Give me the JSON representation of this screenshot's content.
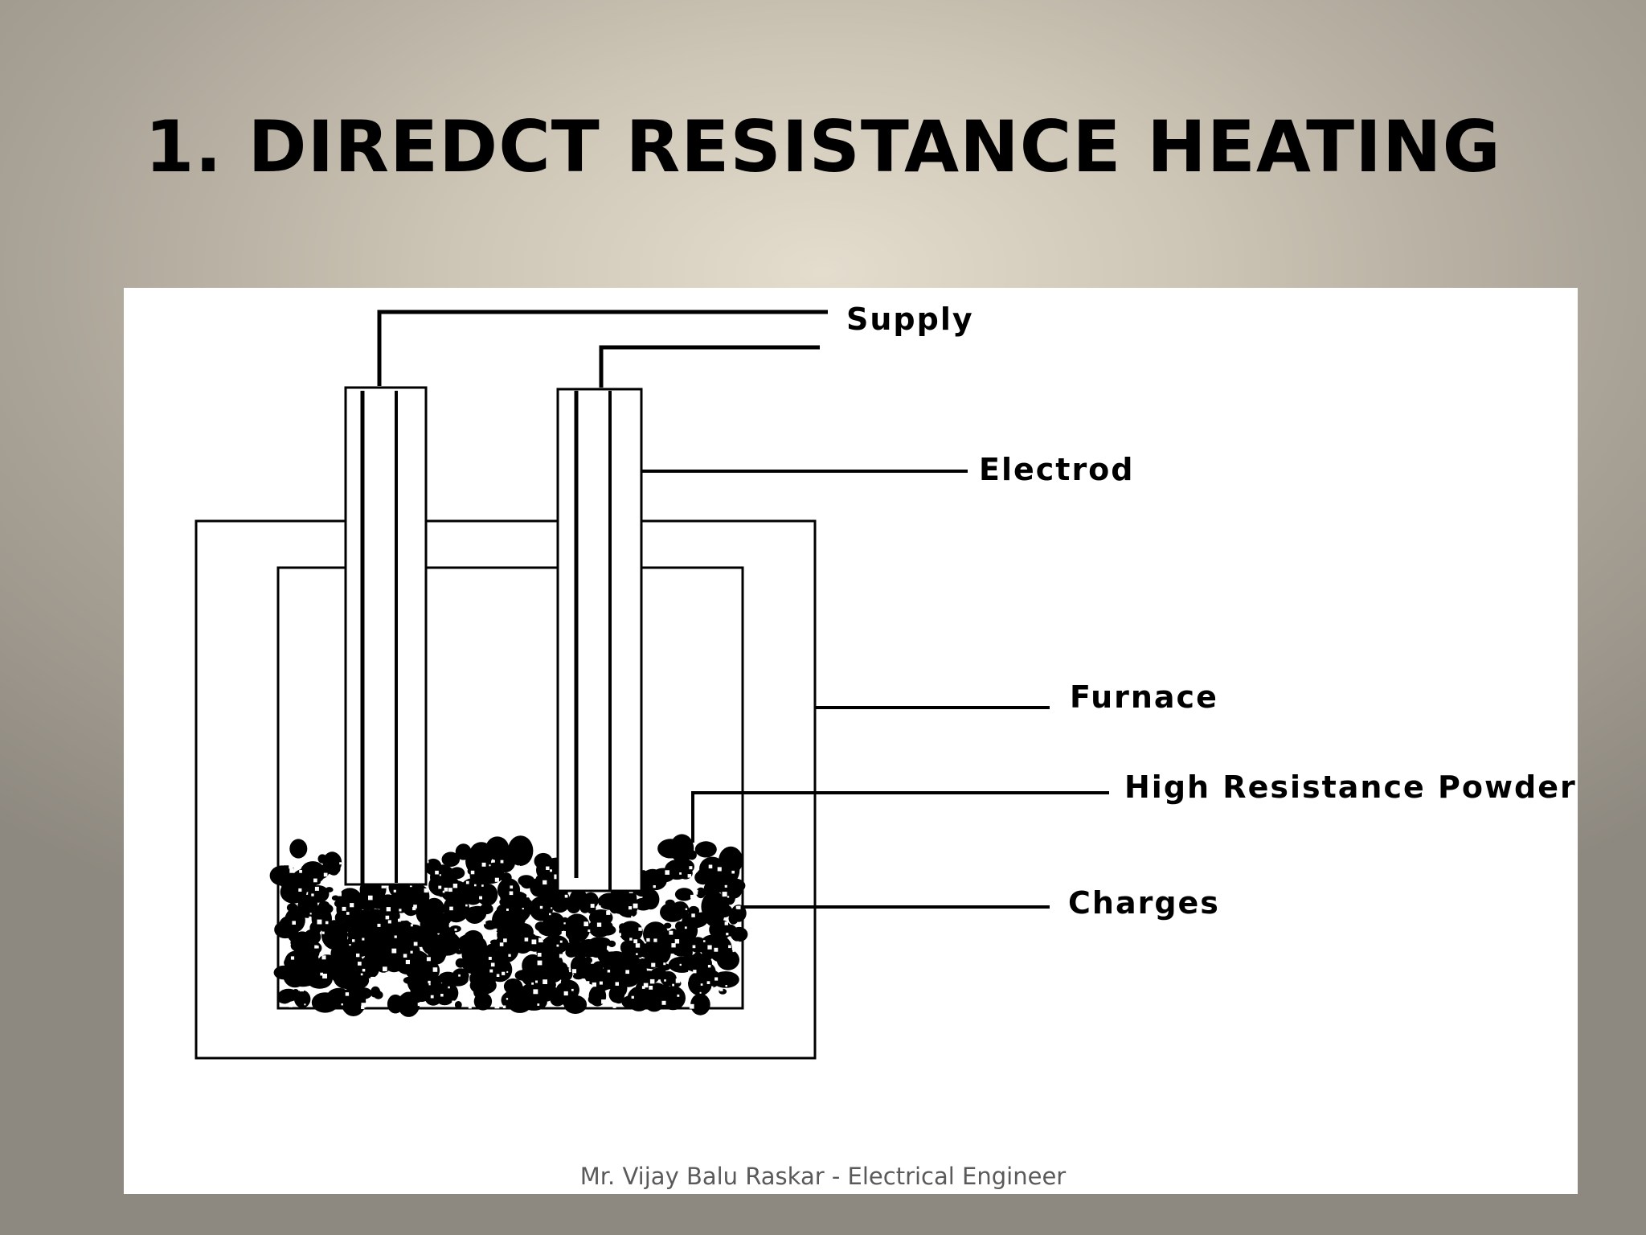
{
  "slide": {
    "title": "1. DIREDCT RESISTANCE HEATING",
    "footer": "Mr. Vijay Balu Raskar - Electrical Engineer"
  },
  "diagram": {
    "labels": {
      "supply": "Supply",
      "electrode": "Electrod",
      "furnace": "Furnace",
      "powder": "High Resistance Powder",
      "charges": "Charges"
    }
  },
  "colors": {
    "panel": "#ffffff",
    "ink": "#000000",
    "footer_text": "#5a5a5a"
  }
}
